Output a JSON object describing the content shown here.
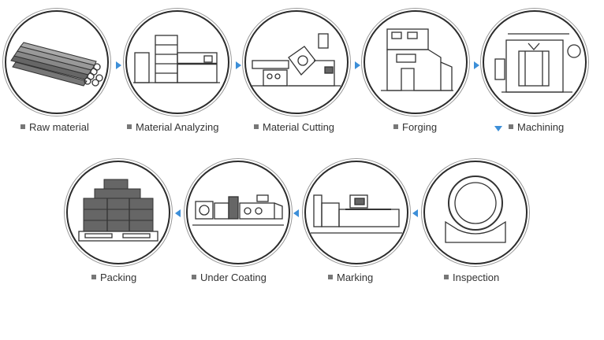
{
  "steps": [
    {
      "label": "Raw material",
      "icon": "steel-bars-icon"
    },
    {
      "label": "Material Analyzing",
      "icon": "analysis-lab-icon"
    },
    {
      "label": "Material Cutting",
      "icon": "cutting-machine-icon"
    },
    {
      "label": "Forging",
      "icon": "forging-press-icon"
    },
    {
      "label": "Machining",
      "icon": "cnc-machine-icon"
    },
    {
      "label": "Packing",
      "icon": "pallet-boxes-icon"
    },
    {
      "label": "Under Coating",
      "icon": "coating-line-icon"
    },
    {
      "label": "Marking",
      "icon": "marking-machine-icon"
    },
    {
      "label": "Inspection",
      "icon": "bearing-ring-icon"
    }
  ],
  "colors": {
    "arrow": "#3d8fd8",
    "stroke": "#333333",
    "bullet": "#777777"
  }
}
